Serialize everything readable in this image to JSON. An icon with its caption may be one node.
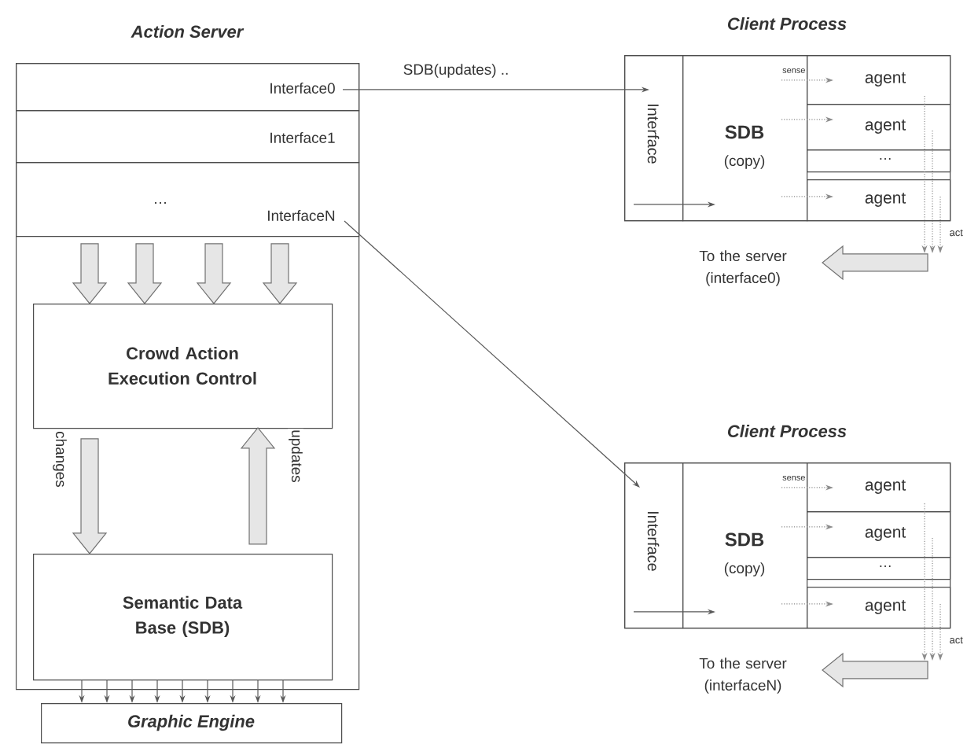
{
  "diagram": {
    "nodes": [
      {
        "text": [
          "Action Server"
        ]
      },
      {
        "text": [
          "Interface0"
        ],
        "in": 0
      },
      {
        "text": [
          "Interface1"
        ],
        "in": 0
      },
      {
        "text": [
          "…",
          "InterfaceN"
        ],
        "in": 0
      },
      {
        "text": [
          "Crowd Action Execution Control"
        ],
        "in": 0
      },
      {
        "text": [
          "Semantic Data Base (SDB)"
        ],
        "in": 0
      },
      {
        "text": [
          "Graphic Engine"
        ]
      },
      {
        "text": [
          "Client Process"
        ]
      },
      {
        "text": [
          "Interface"
        ],
        "in": 7
      },
      {
        "text": [
          "SDB",
          "(copy)"
        ],
        "in": 7
      },
      {
        "text": [
          "agent"
        ],
        "in": 7
      },
      {
        "text": [
          "agent"
        ],
        "in": 7
      },
      {
        "text": [
          "…"
        ],
        "in": 7
      },
      {
        "text": [
          "agent"
        ],
        "in": 7
      },
      {
        "text": [
          "To the server (interface0)"
        ]
      },
      {
        "text": [
          "Client Process"
        ]
      },
      {
        "text": [
          "Interface"
        ],
        "in": 15
      },
      {
        "text": [
          "SDB",
          "(copy)"
        ],
        "in": 15
      },
      {
        "text": [
          "agent"
        ],
        "in": 15
      },
      {
        "text": [
          "agent"
        ],
        "in": 15
      },
      {
        "text": [
          "…"
        ],
        "in": 15
      },
      {
        "text": [
          "agent"
        ],
        "in": 15
      },
      {
        "text": [
          "To the server (interfaceN)"
        ]
      }
    ],
    "edges": [
      {
        "from": 1,
        "to": 8,
        "arrow": "to",
        "label": "SDB(updates) .."
      },
      {
        "from": 3,
        "to": 16,
        "arrow": "to"
      },
      {
        "from": 3,
        "to": 4,
        "arrow": "to",
        "style": "thick"
      },
      {
        "from": 3,
        "to": 4,
        "arrow": "to",
        "style": "thick"
      },
      {
        "from": 3,
        "to": 4,
        "arrow": "to",
        "style": "thick"
      },
      {
        "from": 3,
        "to": 4,
        "arrow": "to",
        "style": "thick"
      },
      {
        "from": 4,
        "to": 5,
        "arrow": "to",
        "style": "thick",
        "label": "changes"
      },
      {
        "from": 5,
        "to": 4,
        "arrow": "to",
        "style": "thick",
        "label": "updates"
      },
      {
        "from": 5,
        "to": 6,
        "arrow": "to"
      },
      {
        "from": 5,
        "to": 6,
        "arrow": "to"
      },
      {
        "from": 5,
        "to": 6,
        "arrow": "to"
      },
      {
        "from": 5,
        "to": 6,
        "arrow": "to"
      },
      {
        "from": 5,
        "to": 6,
        "arrow": "to"
      },
      {
        "from": 5,
        "to": 6,
        "arrow": "to"
      },
      {
        "from": 5,
        "to": 6,
        "arrow": "to"
      },
      {
        "from": 5,
        "to": 6,
        "arrow": "to"
      },
      {
        "from": 5,
        "to": 6,
        "arrow": "to"
      },
      {
        "from": 8,
        "to": 9,
        "arrow": "to"
      },
      {
        "from": 9,
        "to": 10,
        "arrow": "to",
        "style": "dashed",
        "label": "sense"
      },
      {
        "from": 9,
        "to": 11,
        "arrow": "to",
        "style": "dashed"
      },
      {
        "from": 9,
        "to": 13,
        "arrow": "to",
        "style": "dashed"
      },
      {
        "from": 10,
        "to": null,
        "arrow": "to",
        "style": "dashed"
      },
      {
        "from": 11,
        "to": null,
        "arrow": "to",
        "style": "dashed"
      },
      {
        "from": 13,
        "to": null,
        "arrow": "to",
        "style": "dashed",
        "label": "act"
      },
      {
        "from": null,
        "to": 14,
        "arrow": "to",
        "style": "thick"
      },
      {
        "from": 16,
        "to": 17,
        "arrow": "to"
      },
      {
        "from": 17,
        "to": 18,
        "arrow": "to",
        "style": "dashed",
        "label": "sense"
      },
      {
        "from": 17,
        "to": 19,
        "arrow": "to",
        "style": "dashed"
      },
      {
        "from": 17,
        "to": 21,
        "arrow": "to",
        "style": "dashed"
      },
      {
        "from": 18,
        "to": null,
        "arrow": "to",
        "style": "dashed"
      },
      {
        "from": 19,
        "to": null,
        "arrow": "to",
        "style": "dashed"
      },
      {
        "from": 21,
        "to": null,
        "arrow": "to",
        "style": "dashed",
        "label": "act"
      },
      {
        "from": null,
        "to": 22,
        "arrow": "to",
        "style": "thick"
      }
    ]
  }
}
